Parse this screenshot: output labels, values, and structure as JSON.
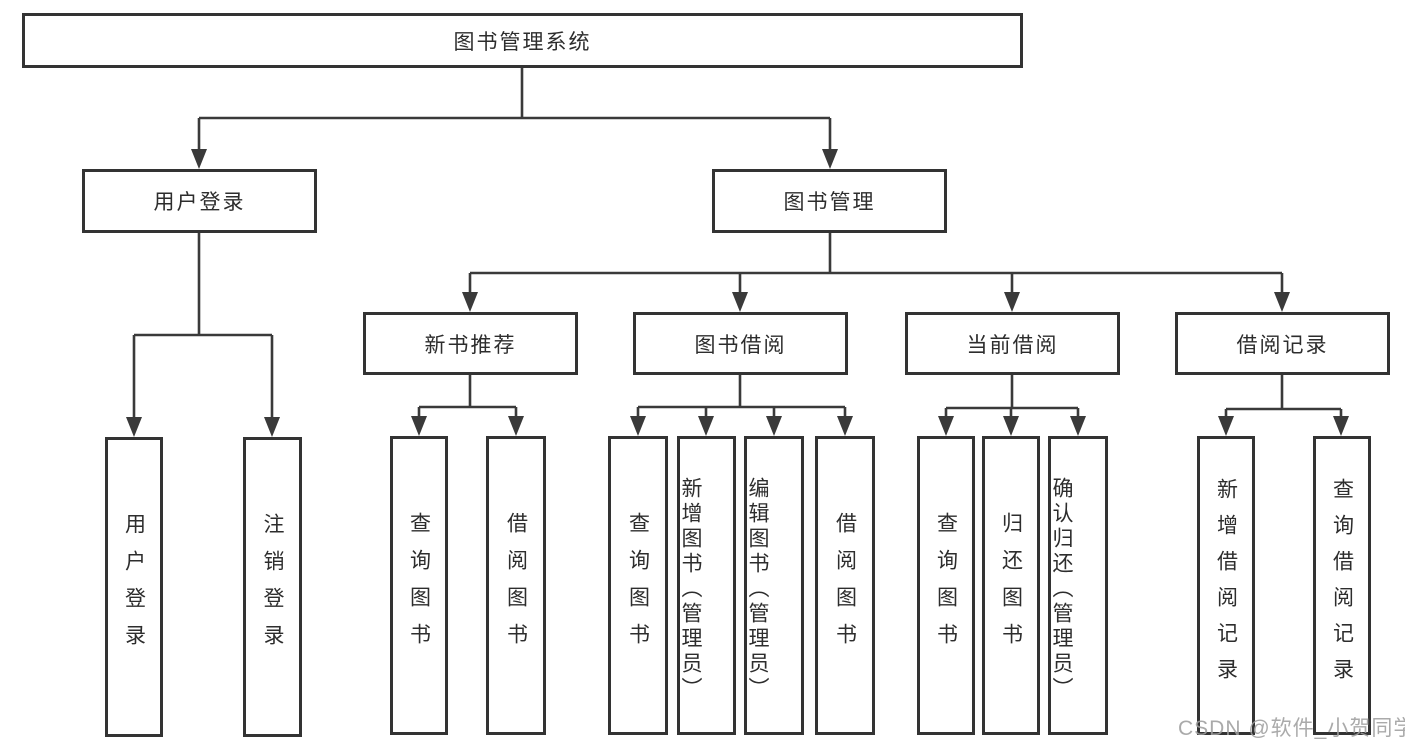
{
  "diagram_type": "hierarchy-flowchart",
  "nodes": {
    "root": "图书管理系统",
    "user_login": "用户登录",
    "book_mgmt": "图书管理",
    "leaf_user_login": "用户登录",
    "leaf_logout": "注销登录",
    "new_books": "新书推荐",
    "book_borrow": "图书借阅",
    "current_borrow": "当前借阅",
    "borrow_records": "借阅记录",
    "nb_query": "查询图书",
    "nb_borrow": "借阅图书",
    "bb_query": "查询图书",
    "bb_add": "新增图书（管理员）",
    "bb_edit": "编辑图书（管理员）",
    "bb_borrow": "借阅图书",
    "cb_query": "查询图书",
    "cb_return": "归还图书",
    "cb_confirm": "确认归还（管理员）",
    "br_add": "新增借阅记录",
    "br_query": "查询借阅记录"
  },
  "hierarchy": {
    "图书管理系统": {
      "用户登录": [
        "用户登录",
        "注销登录"
      ],
      "图书管理": {
        "新书推荐": [
          "查询图书",
          "借阅图书"
        ],
        "图书借阅": [
          "查询图书",
          "新增图书（管理员）",
          "编辑图书（管理员）",
          "借阅图书"
        ],
        "当前借阅": [
          "查询图书",
          "归还图书",
          "确认归还（管理员）"
        ],
        "借阅记录": [
          "新增借阅记录",
          "查询借阅记录"
        ]
      }
    }
  },
  "watermark": "CSDN @软件_小贺同学",
  "colors": {
    "line": "#3a3a3a",
    "border": "#333333",
    "text": "#2d2d2d",
    "background": "#ffffff",
    "watermark": "#9e9e9e"
  }
}
